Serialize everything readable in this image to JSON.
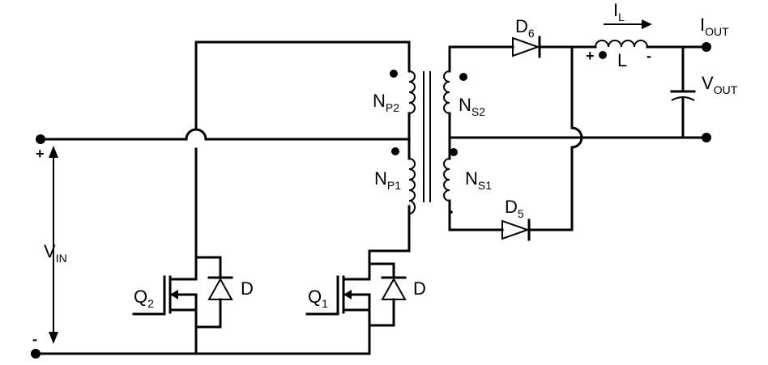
{
  "labels": {
    "vin": {
      "main": "V",
      "sub": "IN"
    },
    "vin_plus": "+",
    "vin_minus": "-",
    "np2": {
      "main": "N",
      "sub": "P2"
    },
    "np1": {
      "main": "N",
      "sub": "P1"
    },
    "ns2": {
      "main": "N",
      "sub": "S2"
    },
    "ns1": {
      "main": "N",
      "sub": "S1"
    },
    "d6": {
      "main": "D",
      "sub": "6"
    },
    "d5": {
      "main": "D",
      "sub": "5"
    },
    "il": {
      "main": "I",
      "sub": "L"
    },
    "inductor": "L",
    "l_plus": "+",
    "l_minus": "-",
    "iout": {
      "main": "I",
      "sub": "OUT"
    },
    "vout": {
      "main": "V",
      "sub": "OUT"
    },
    "q2": {
      "main": "Q",
      "sub": "2"
    },
    "q1": {
      "main": "Q",
      "sub": "1"
    },
    "d_q2": "D",
    "d_q1": "D"
  },
  "colors": {
    "ink": "#000000",
    "background": "#ffffff"
  }
}
